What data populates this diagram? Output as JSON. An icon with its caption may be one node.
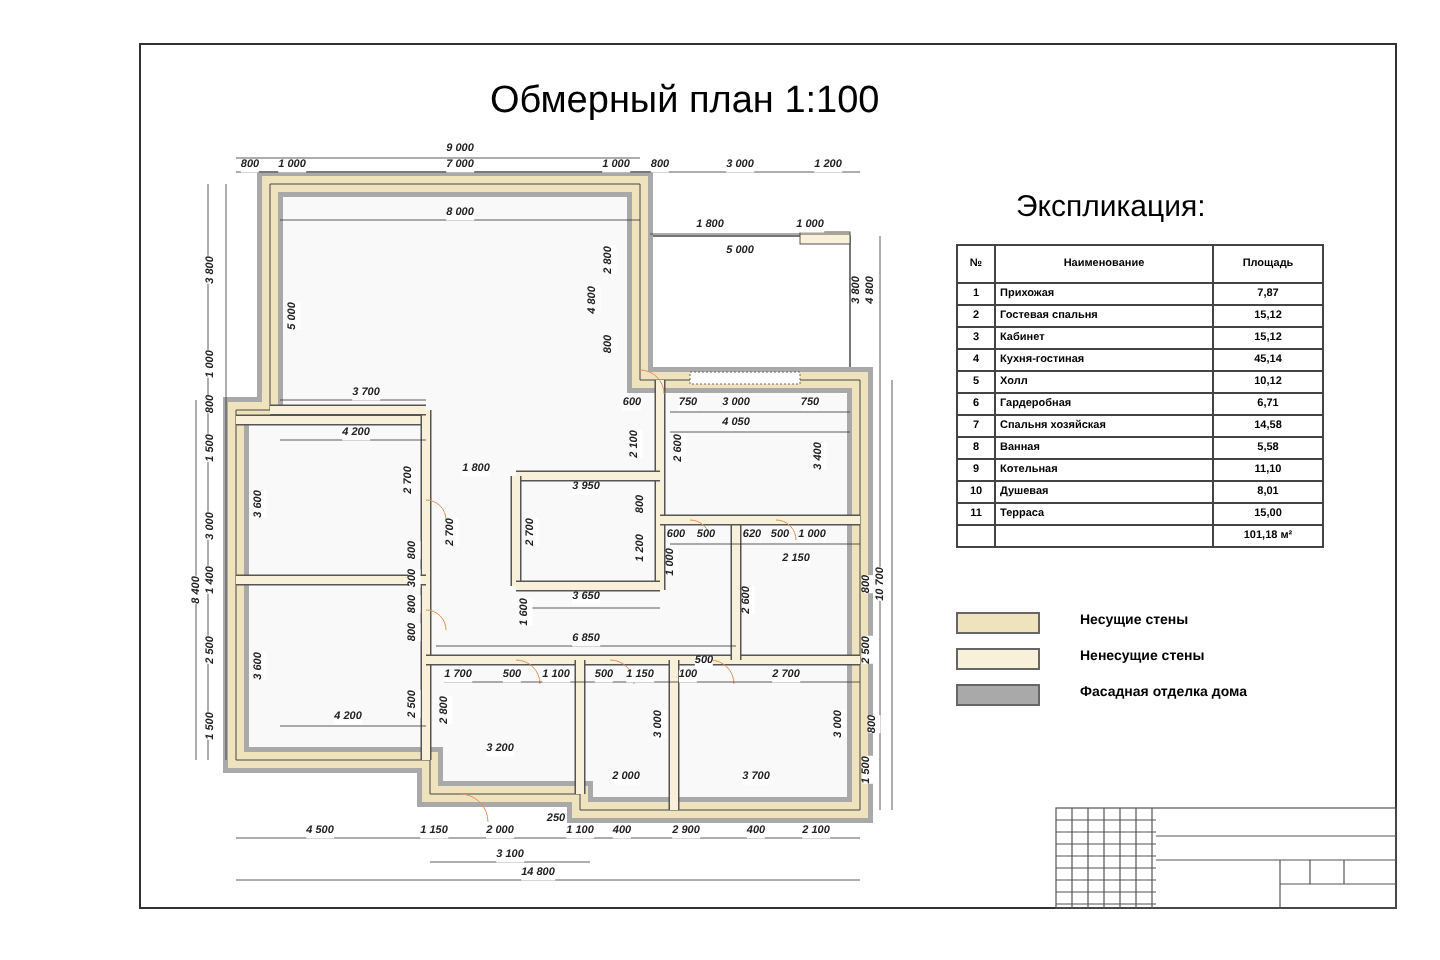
{
  "diagram": {
    "title": "Обмерный план 1:100",
    "labels": [
      "Экспликация:",
      "№",
      "Наименование",
      "Площадь",
      "1",
      "Прихожая",
      "7,87",
      "2",
      "Гостевая спальня",
      "15,12",
      "3",
      "Кабинет",
      "15,12",
      "4",
      "Кухня-гостиная",
      "45,14",
      "5",
      "Холл",
      "10,12",
      "6",
      "Гардеробная",
      "6,71",
      "7",
      "Спальня хозяйская",
      "14,58",
      "8",
      "Ванная",
      "5,58",
      "9",
      "Котельная",
      "11,10",
      "10",
      "Душевая",
      "8,01",
      "11",
      "Терраса",
      "15,00",
      "101,18 м²",
      "9 000",
      "800",
      "1 000",
      "7 000",
      "1 000",
      "800",
      "3 000",
      "1 200",
      "8 000",
      "1 800",
      "1 000",
      "5 000",
      "3 800",
      "1 000",
      "800",
      "1 500",
      "3 000",
      "8 400",
      "1 400",
      "2 500",
      "1 500",
      "5 000",
      "3 700",
      "4 200",
      "2 700",
      "3 600",
      "800",
      "300",
      "800",
      "800",
      "3 600",
      "4 200",
      "2 500",
      "4 800",
      "2 800",
      "800",
      "1 800",
      "3 950",
      "2 700",
      "2 700",
      "800",
      "1 200",
      "1 000",
      "3 650",
      "1 600",
      "6 850",
      "600",
      "750",
      "3 000",
      "750",
      "4 050",
      "2 100",
      "2 600",
      "3 400",
      "3 800",
      "4 800",
      "10 700",
      "600",
      "500",
      "620",
      "500",
      "1 000",
      "2 150",
      "2 600",
      "800",
      "2 500",
      "800",
      "1 500",
      "1 700",
      "500",
      "1 100",
      "500",
      "1 150",
      "100",
      "500",
      "2 700",
      "2 800",
      "3 000",
      "3 000",
      "3 200",
      "2 000",
      "3 700",
      "250",
      "4 500",
      "1 150",
      "2 000",
      "1 100",
      "400",
      "2 900",
      "400",
      "2 100",
      "3 100",
      "14 800"
    ],
    "legend": [
      {
        "text": "Несущие стены",
        "color": "#efe3bd"
      },
      {
        "text": "Ненесущие стены",
        "color": "#f8f0d8"
      },
      {
        "text": "Фасадная отделка дома",
        "color": "#a9a9a9"
      }
    ]
  }
}
